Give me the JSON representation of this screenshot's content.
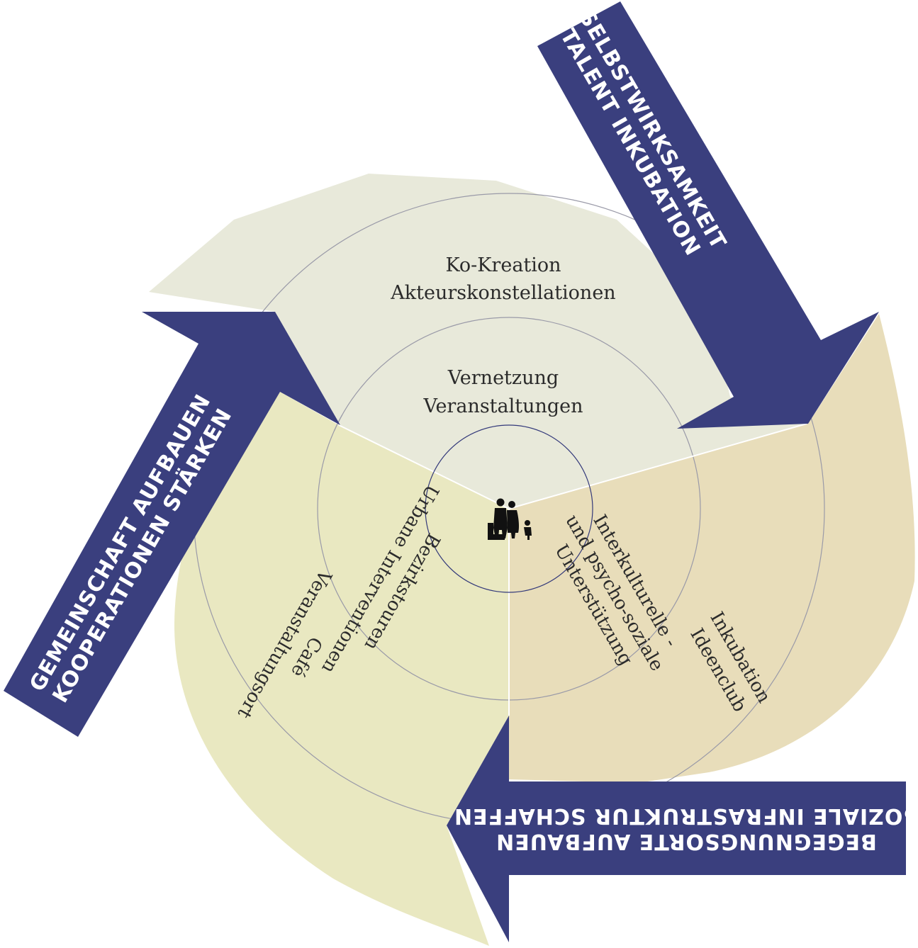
{
  "colors": {
    "arrow": "#3a3f7e",
    "sector_top": "#e8e9da",
    "sector_left": "#e9e8c1",
    "sector_right": "#e8ddba",
    "ring_line": "#9a9aa8",
    "center_ring": "#33397a",
    "text": "#2b2b2b"
  },
  "arrows": {
    "top_right": [
      "SELBSTWIRKSAMKEIT",
      "TALENT INKUBATION"
    ],
    "left": [
      "GEMEINSCHAFT AUFBAUEN",
      "KOOPERATIONEN STÄRKEN"
    ],
    "bottom": [
      "BEGEGNUNGSORTE AUFBAUEN",
      "SOZIALE INFRASTRUKTUR SCHAFFEN"
    ]
  },
  "sectors": {
    "top": {
      "outer": [
        "Ko-Kreation",
        "Akteurskonstellationen"
      ],
      "inner": [
        "Vernetzung",
        "Veranstaltungen"
      ]
    },
    "left": {
      "outer": [
        "Café",
        "Veranstaltungsort"
      ],
      "inner": [
        "Bezirkstouren",
        "Urbane Interventionen"
      ]
    },
    "right": {
      "outer": [
        "Inkubation",
        "Ideenclub"
      ],
      "inner": [
        "Interkulturelle -",
        "und psycho-soziale",
        "Unterstützung"
      ]
    }
  },
  "center": {
    "icon": "family-icon"
  }
}
